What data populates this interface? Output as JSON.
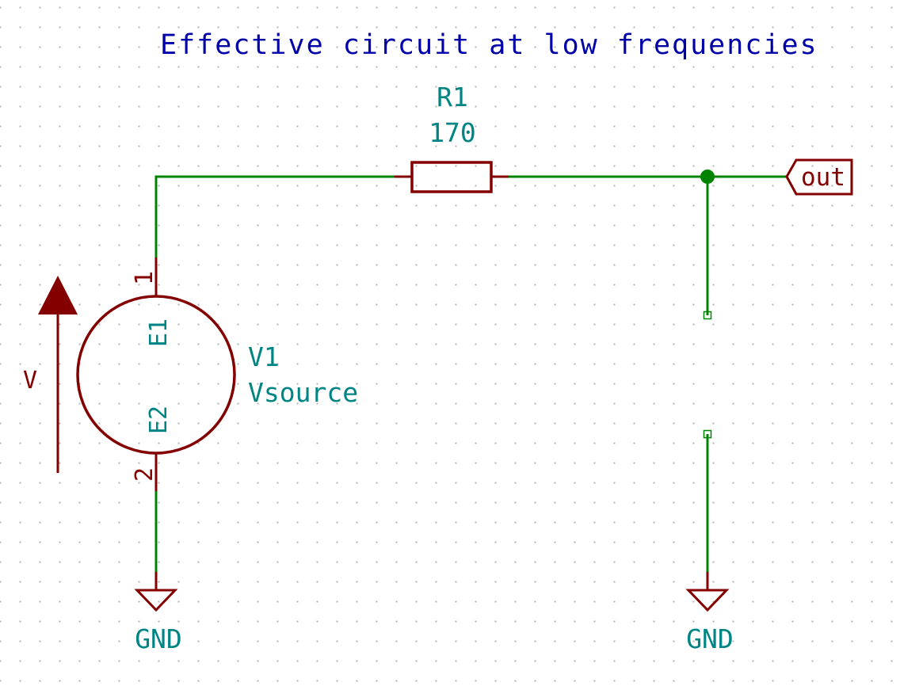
{
  "title": "Effective circuit at low frequencies",
  "resistor": {
    "ref": "R1",
    "value": "170"
  },
  "source": {
    "ref": "V1",
    "value": "Vsource",
    "pin1_number": "1",
    "pin2_number": "2",
    "pin1_name": "E1",
    "pin2_name": "E2",
    "polarity_label": "V"
  },
  "net_label": "out",
  "ground_left": "GND",
  "ground_right": "GND",
  "colors": {
    "wire": "#008400",
    "component": "#840000",
    "reference_text": "#008484",
    "title_text": "#0000a8",
    "junction": "#008400"
  },
  "icons": {
    "ground": "ground-symbol",
    "junction": "junction-dot",
    "voltage_source": "circle-source-symbol",
    "resistor": "rectangle-resistor-symbol",
    "polarity": "up-arrow"
  }
}
